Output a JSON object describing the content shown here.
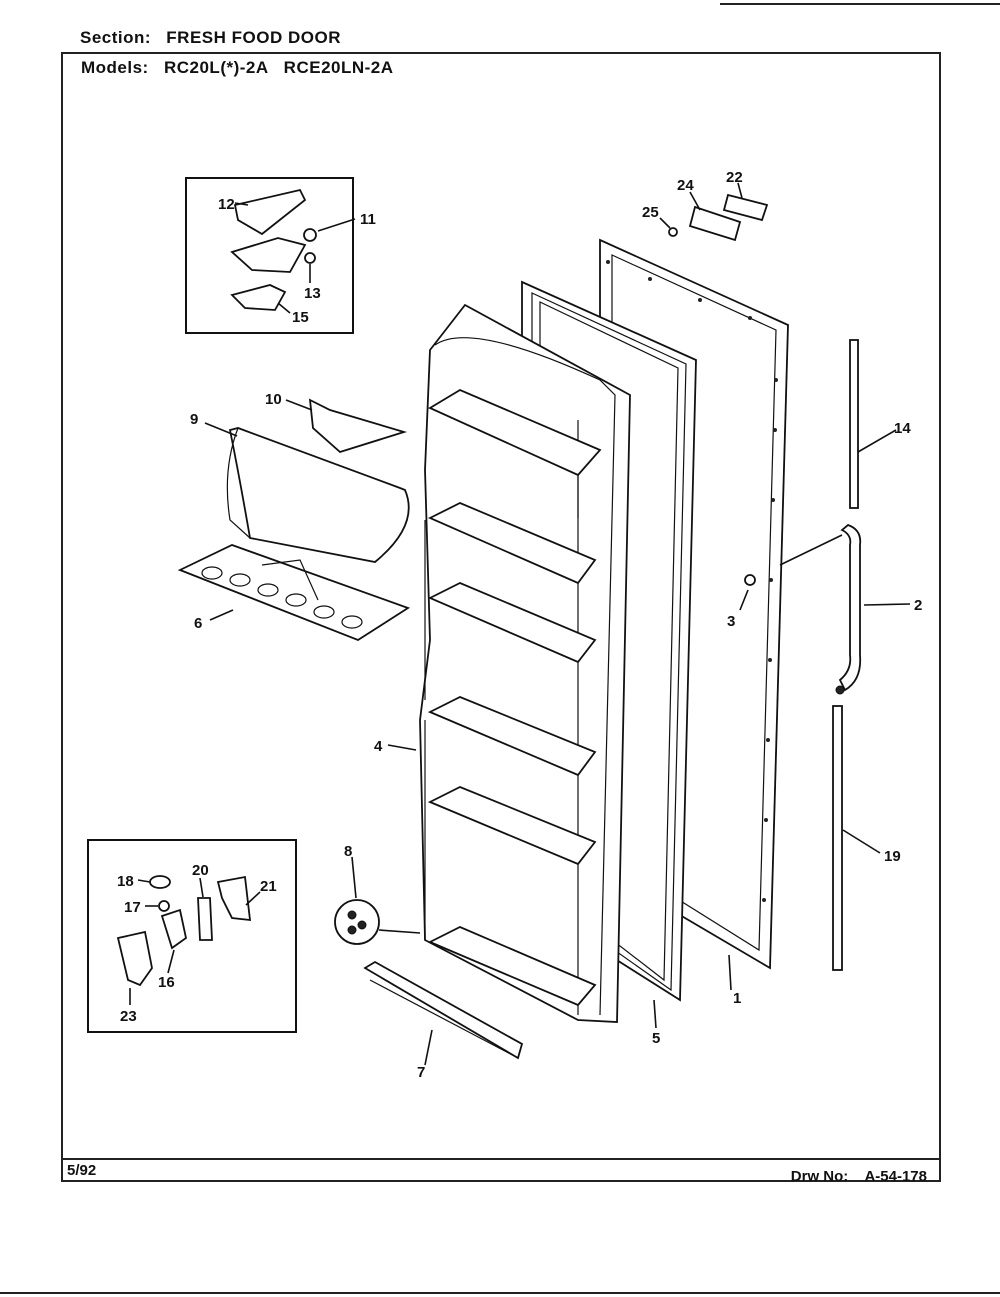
{
  "header": {
    "section_label": "Section:",
    "section_value": "FRESH FOOD DOOR",
    "models_label": "Models:",
    "models_value": "RC20L(*)-2A   RCE20LN-2A"
  },
  "footer": {
    "date": "5/92",
    "drawing_label": "Drw No:",
    "drawing_number": "A-54-178"
  },
  "callouts": [
    "1",
    "2",
    "3",
    "4",
    "5",
    "6",
    "7",
    "8",
    "9",
    "10",
    "11",
    "12",
    "13",
    "14",
    "15",
    "16",
    "17",
    "18",
    "19",
    "20",
    "21",
    "22",
    "23",
    "24",
    "25"
  ]
}
